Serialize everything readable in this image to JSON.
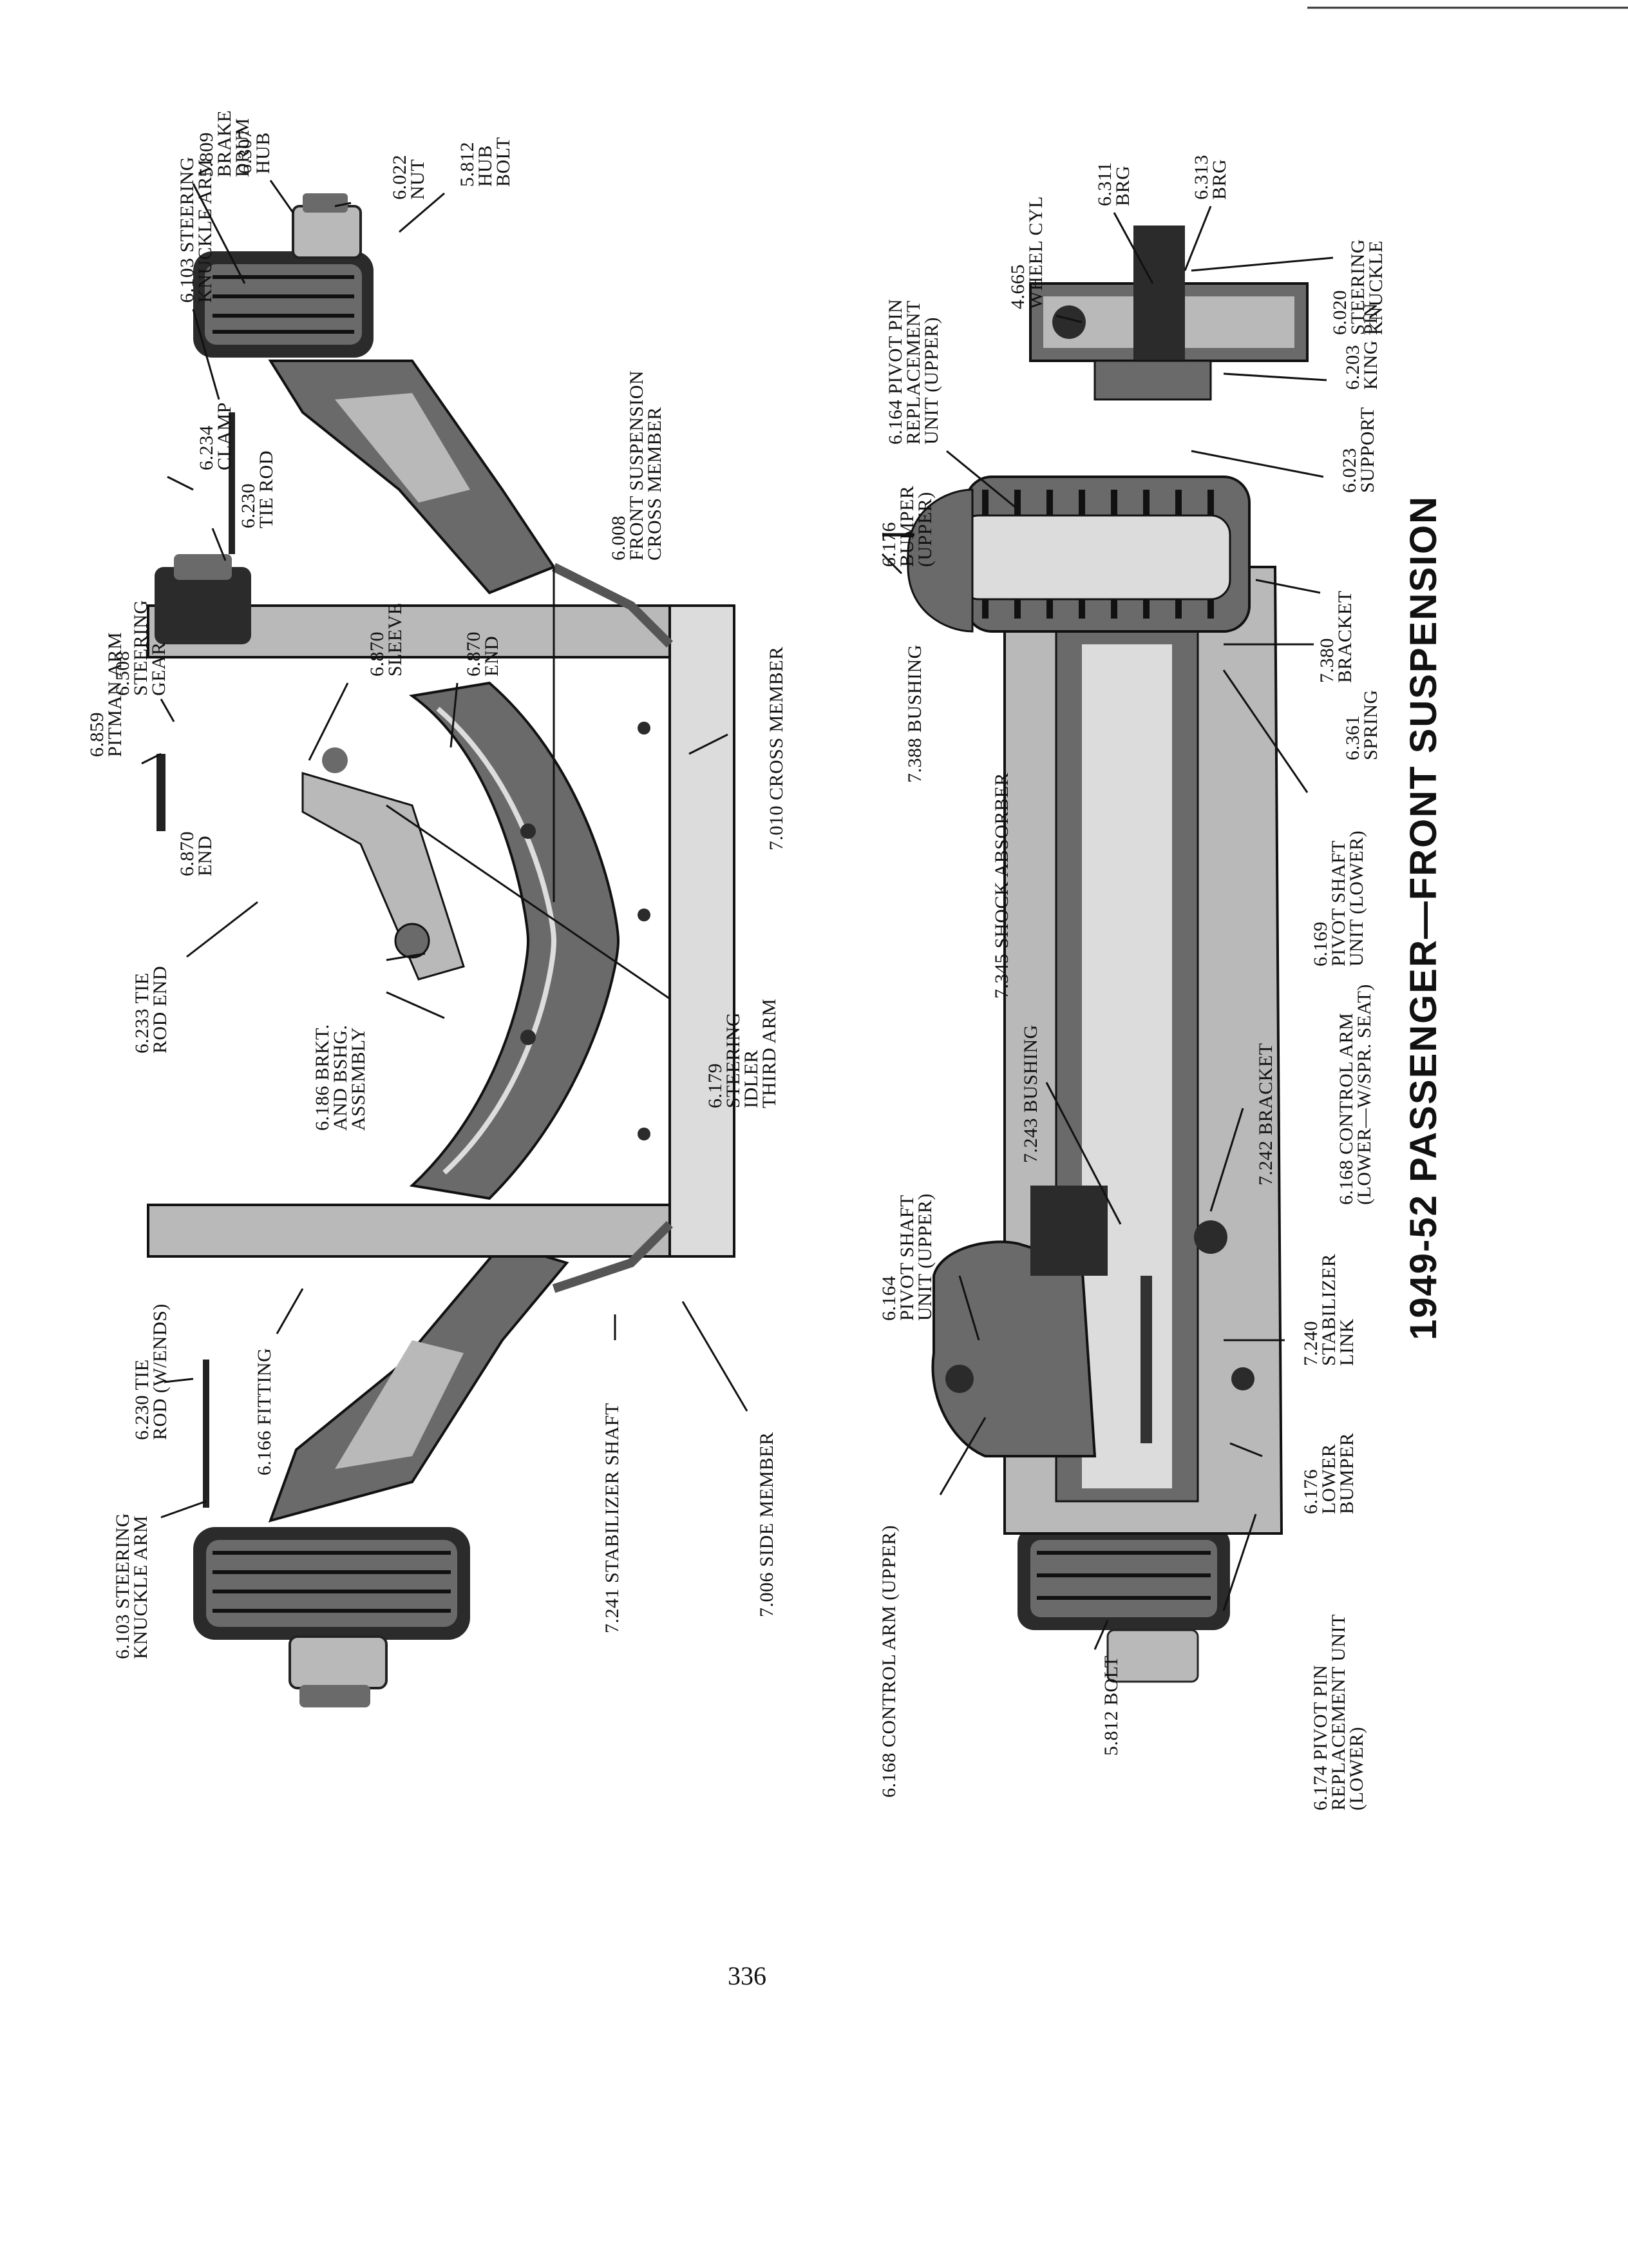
{
  "caption": "1949-52 PASSENGER—FRONT SUSPENSION",
  "page_number": "336",
  "top_view_labels": [
    {
      "id": "brake-drum",
      "lines": [
        "5.809",
        "BRAKE",
        "DRUM"
      ]
    },
    {
      "id": "hub",
      "lines": [
        "6.307",
        "HUB"
      ]
    },
    {
      "id": "nut",
      "lines": [
        "6.022",
        "NUT"
      ]
    },
    {
      "id": "hub-bolt",
      "lines": [
        "5.812",
        "HUB",
        "BOLT"
      ]
    },
    {
      "id": "steering-knuckle-arm-right",
      "lines": [
        "6.103 STEERING",
        "KNUCKLE ARM"
      ]
    },
    {
      "id": "clamp",
      "lines": [
        "6.234",
        "CLAMP"
      ]
    },
    {
      "id": "tie-rod",
      "lines": [
        "6.230",
        "TIE ROD"
      ]
    },
    {
      "id": "steering-gear",
      "lines": [
        "6.508",
        "STEERING",
        "GEAR"
      ]
    },
    {
      "id": "pitman-arm",
      "lines": [
        "6.859",
        "PITMAN ARM"
      ]
    },
    {
      "id": "end-left",
      "lines": [
        "6.870",
        "END"
      ]
    },
    {
      "id": "sleeve",
      "lines": [
        "6.870",
        "SLEEVE"
      ]
    },
    {
      "id": "end-mid",
      "lines": [
        "6.870",
        "END"
      ]
    },
    {
      "id": "front-suspension-cross-member",
      "lines": [
        "6.008",
        "FRONT SUSPENSION",
        "CROSS MEMBER"
      ]
    },
    {
      "id": "cross-member",
      "lines": [
        "7.010 CROSS MEMBER"
      ]
    },
    {
      "id": "tie-rod-end",
      "lines": [
        "6.233 TIE",
        "ROD END"
      ]
    },
    {
      "id": "brkt-bshg-assembly",
      "lines": [
        "6.186 BRKT.",
        "AND BSHG.",
        "ASSEMBLY"
      ]
    },
    {
      "id": "steering-idler-third-arm",
      "lines": [
        "6.179",
        "STEERING",
        "IDLER",
        "THIRD ARM"
      ]
    },
    {
      "id": "tie-rod-w-ends",
      "lines": [
        "6.230 TIE",
        "ROD (W/ENDS)"
      ]
    },
    {
      "id": "fitting",
      "lines": [
        "6.166 FITTING"
      ]
    },
    {
      "id": "steering-knuckle-arm-left",
      "lines": [
        "6.103 STEERING",
        "KNUCKLE ARM"
      ]
    },
    {
      "id": "stabilizer-shaft",
      "lines": [
        "7.241 STABILIZER SHAFT"
      ]
    },
    {
      "id": "side-member",
      "lines": [
        "7.006 SIDE MEMBER"
      ]
    }
  ],
  "front_view_labels": [
    {
      "id": "pivot-pin-replacement-upper",
      "lines": [
        "6.164 PIVOT PIN",
        "REPLACEMENT",
        "UNIT (UPPER)"
      ]
    },
    {
      "id": "wheel-cyl",
      "lines": [
        "4.665",
        "WHEEL CYL"
      ]
    },
    {
      "id": "brg-311",
      "lines": [
        "6.311",
        "BRG"
      ]
    },
    {
      "id": "brg-313",
      "lines": [
        "6.313",
        "BRG"
      ]
    },
    {
      "id": "steering-knuckle",
      "lines": [
        "6.020",
        "STEERING",
        "KNUCKLE"
      ]
    },
    {
      "id": "king-pin",
      "lines": [
        "6.203",
        "KING PIN"
      ]
    },
    {
      "id": "support",
      "lines": [
        "6.023",
        "SUPPORT"
      ]
    },
    {
      "id": "bracket-380",
      "lines": [
        "7.380",
        "BRACKET"
      ]
    },
    {
      "id": "spring",
      "lines": [
        "6.361",
        "SPRING"
      ]
    },
    {
      "id": "bumper-upper",
      "lines": [
        "6.176",
        "BUMPER",
        "(UPPER)"
      ]
    },
    {
      "id": "bushing-388",
      "lines": [
        "7.388 BUSHING"
      ]
    },
    {
      "id": "shock-absorber",
      "lines": [
        "7.345 SHOCK ABSORBER"
      ]
    },
    {
      "id": "pivot-shaft-lower",
      "lines": [
        "6.169",
        "PIVOT SHAFT",
        "UNIT (LOWER)"
      ]
    },
    {
      "id": "control-arm-lower",
      "lines": [
        "6.168 CONTROL ARM",
        "(LOWER—W/SPR. SEAT)"
      ]
    },
    {
      "id": "bracket-242",
      "lines": [
        "7.242 BRACKET"
      ]
    },
    {
      "id": "bushing-243",
      "lines": [
        "7.243 BUSHING"
      ]
    },
    {
      "id": "pivot-shaft-upper",
      "lines": [
        "6.164",
        "PIVOT SHAFT",
        "UNIT (UPPER)"
      ]
    },
    {
      "id": "stabilizer-link",
      "lines": [
        "7.240",
        "STABILIZER",
        "LINK"
      ]
    },
    {
      "id": "lower-bumper",
      "lines": [
        "6.176",
        "LOWER",
        "BUMPER"
      ]
    },
    {
      "id": "control-arm-upper",
      "lines": [
        "6.168 CONTROL ARM (UPPER)"
      ]
    },
    {
      "id": "bolt",
      "lines": [
        "5.812 BOLT"
      ]
    },
    {
      "id": "pivot-pin-replacement-lower",
      "lines": [
        "6.174 PIVOT PIN",
        "REPLACEMENT UNIT",
        "(LOWER)"
      ]
    }
  ]
}
